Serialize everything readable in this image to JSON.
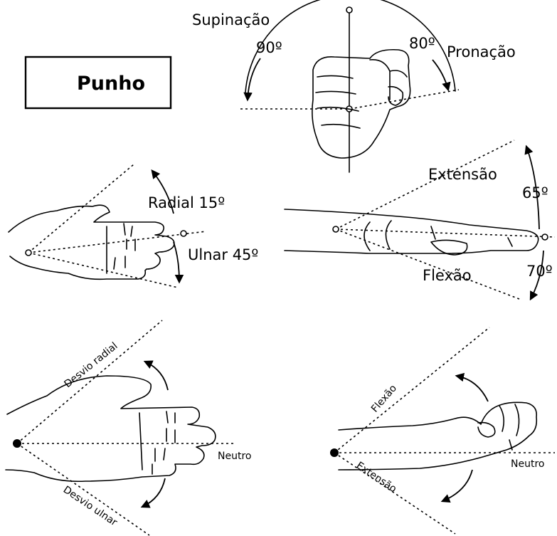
{
  "title": "Punho",
  "pronosupination": {
    "supination_label": "Supinação",
    "supination_value": "90º",
    "pronation_value": "80º",
    "pronation_label": "Pronação"
  },
  "radial_ulnar": {
    "radial_label": "Radial 15º",
    "ulnar_label": "Ulnar 45º"
  },
  "flexion_extension": {
    "extension_label": "Extensão",
    "extension_value": "65º",
    "flexion_label": "Flexão",
    "flexion_value": "70º"
  },
  "deviation_diagram": {
    "radial_label": "Desvio radial",
    "ulnar_label": "Desvio ulnar",
    "neutral_label": "Neutro"
  },
  "flexext_diagram": {
    "flexion_label": "Flexão",
    "extension_label": "Extensão",
    "neutral_label": "Neutro"
  },
  "colors": {
    "ink": "#000000",
    "background": "#ffffff"
  }
}
